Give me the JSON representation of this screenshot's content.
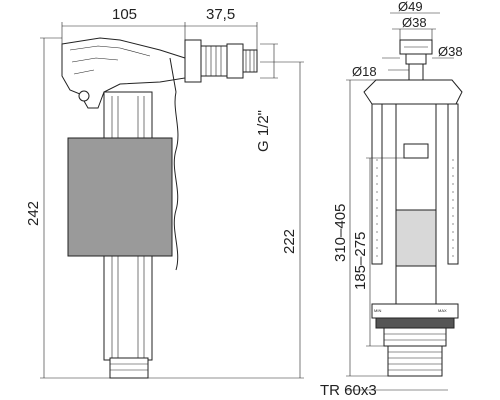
{
  "left_valve": {
    "dim_width": "105",
    "dim_inlet_offset": "37,5",
    "dim_thread": "G 1/2\"",
    "dim_total_height": "242",
    "dim_inlet_height": "222"
  },
  "right_valve": {
    "dim_d49": "Ø49",
    "dim_d38_top": "Ø38",
    "dim_d38_side": "Ø38",
    "dim_d18": "Ø18",
    "dim_range_outer": "310–405",
    "dim_range_inner": "185–275",
    "dim_thread": "TR 60x3",
    "scale_min": "MIN",
    "scale_max": "MAX"
  }
}
